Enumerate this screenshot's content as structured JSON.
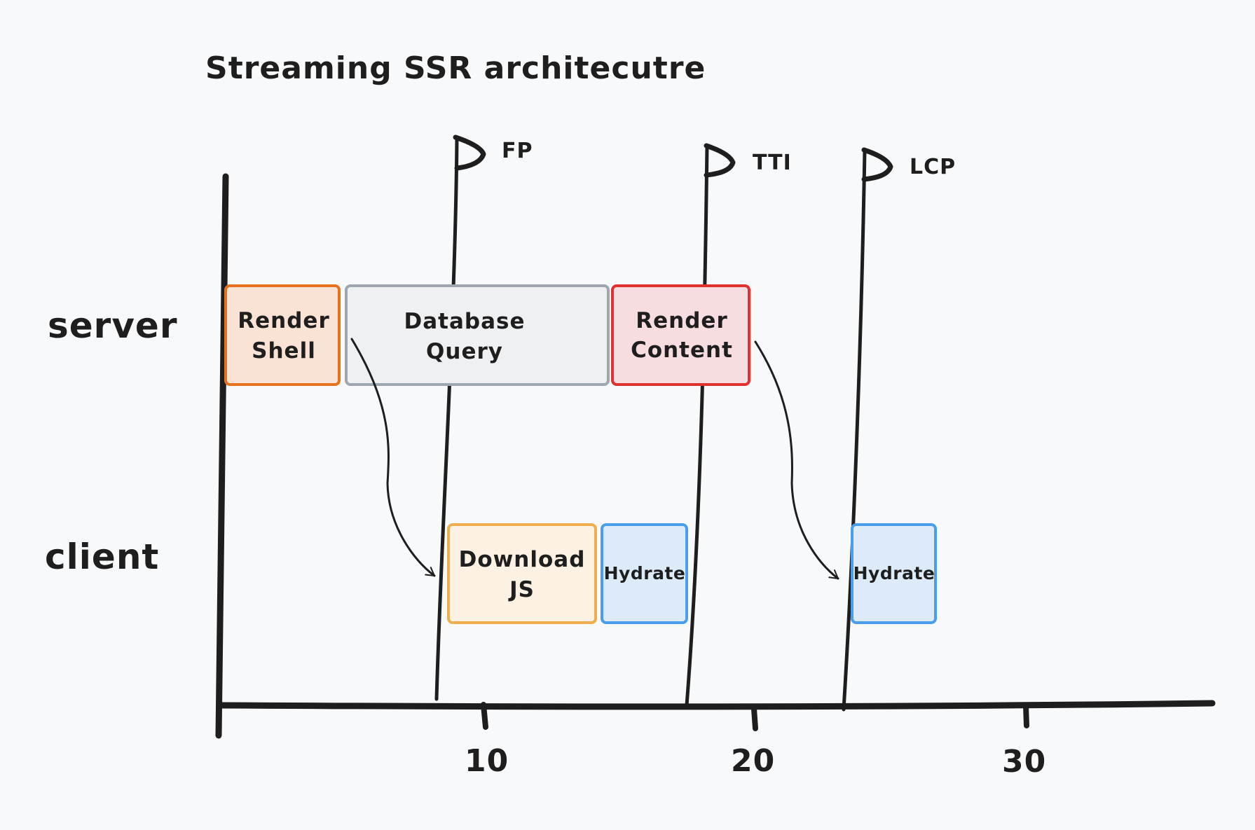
{
  "title": "Streaming SSR architecutre",
  "lanes": {
    "server": "server",
    "client": "client"
  },
  "axis": {
    "ticks": [
      "10",
      "20",
      "30"
    ]
  },
  "milestones": {
    "fp": "FP",
    "tti": "TTI",
    "lcp": "LCP"
  },
  "blocks": {
    "render_shell": {
      "line1": "Render",
      "line2": "Shell",
      "fill": "#fae3d4",
      "stroke": "#e8711e"
    },
    "database_query": {
      "line1": "Database",
      "line2": "Query",
      "fill": "#eef0f2",
      "stroke": "#9ea6b0"
    },
    "render_content": {
      "line1": "Render",
      "line2": "Content",
      "fill": "#f8dde0",
      "stroke": "#e03131"
    },
    "download_js": {
      "line1": "Download",
      "line2": "JS",
      "fill": "#fcf1e3",
      "stroke": "#f0ad4e"
    },
    "hydrate_1": {
      "label": "Hydrate",
      "fill": "#ddebf8",
      "stroke": "#4a9eec"
    },
    "hydrate_2": {
      "label": "Hydrate",
      "fill": "#ddebf8",
      "stroke": "#4a9eec"
    }
  }
}
